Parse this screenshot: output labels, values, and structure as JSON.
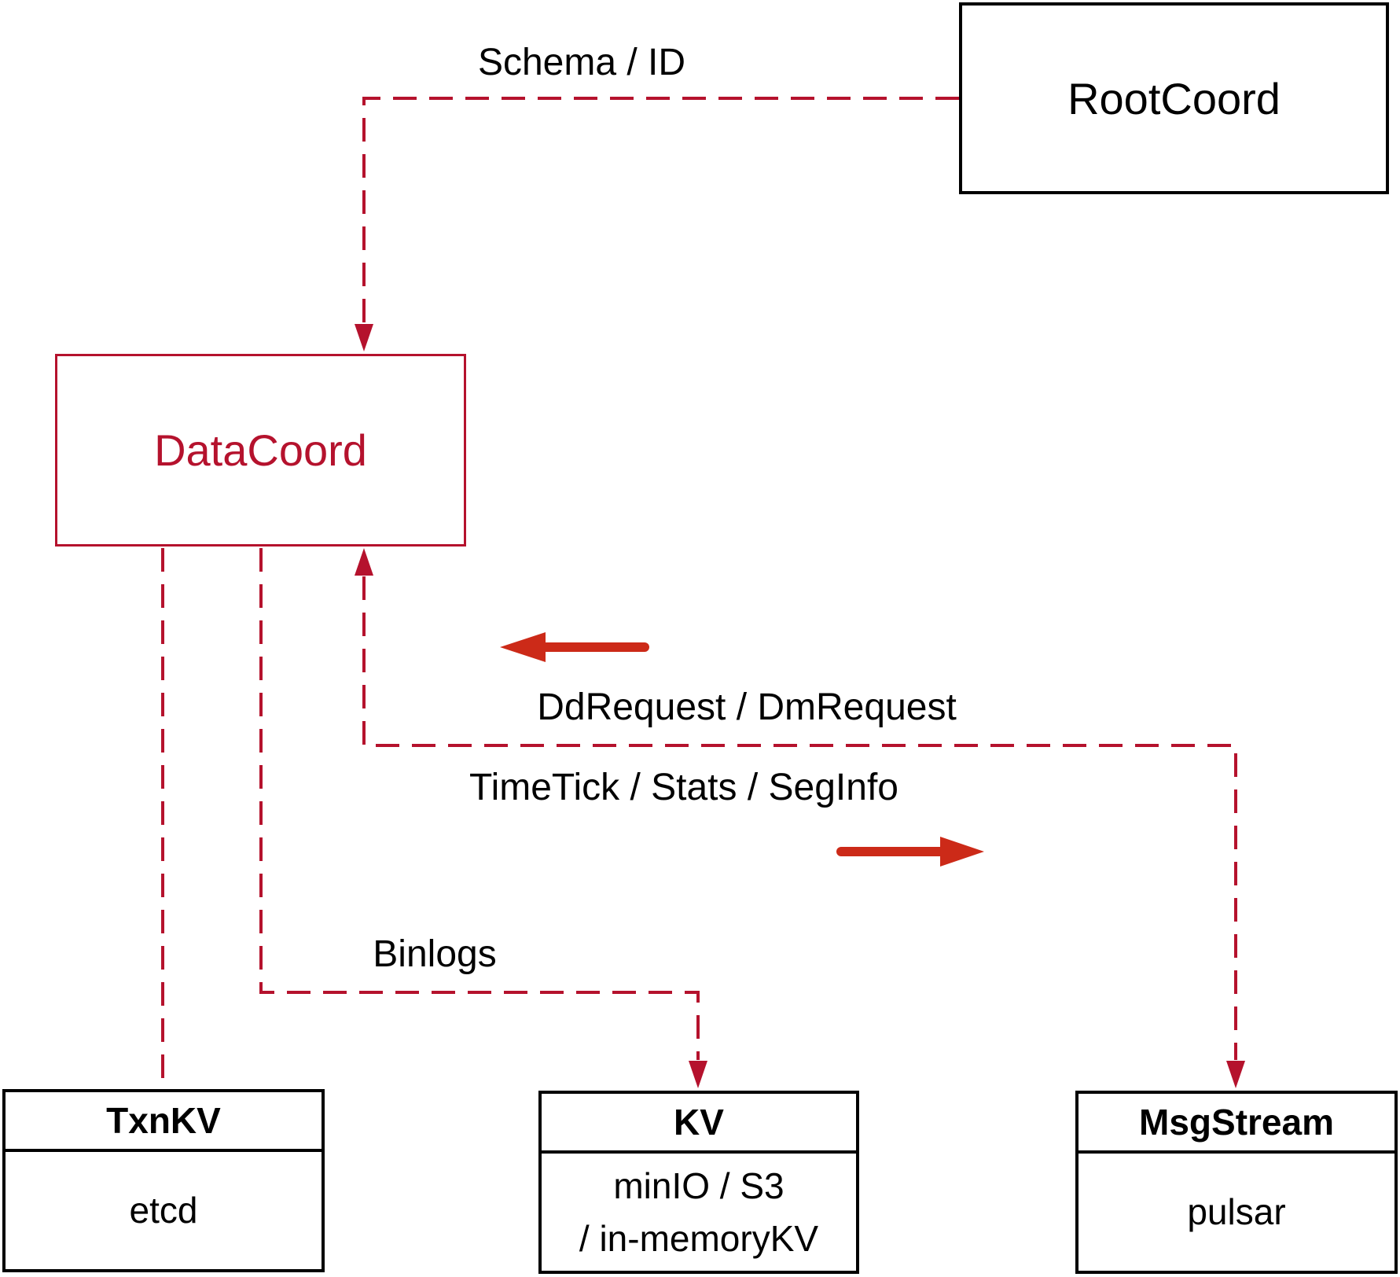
{
  "colors": {
    "line_red": "#b5122d",
    "arrow_red": "#cc2a18",
    "border_black": "#000000",
    "background": "#ffffff"
  },
  "nodes": {
    "rootcoord": {
      "label": "RootCoord"
    },
    "datacoord": {
      "label": "DataCoord"
    },
    "txnkv": {
      "title": "TxnKV",
      "body": "etcd"
    },
    "kv": {
      "title": "KV",
      "body_line1": "minIO / S3",
      "body_line2": "/ in-memoryKV"
    },
    "msgstream": {
      "title": "MsgStream",
      "body": "pulsar"
    }
  },
  "edge_labels": {
    "schema_id": "Schema / ID",
    "dd_dm_request": "DdRequest / DmRequest",
    "timetick_stats_seginfo": "TimeTick / Stats / SegInfo",
    "binlogs": "Binlogs"
  }
}
